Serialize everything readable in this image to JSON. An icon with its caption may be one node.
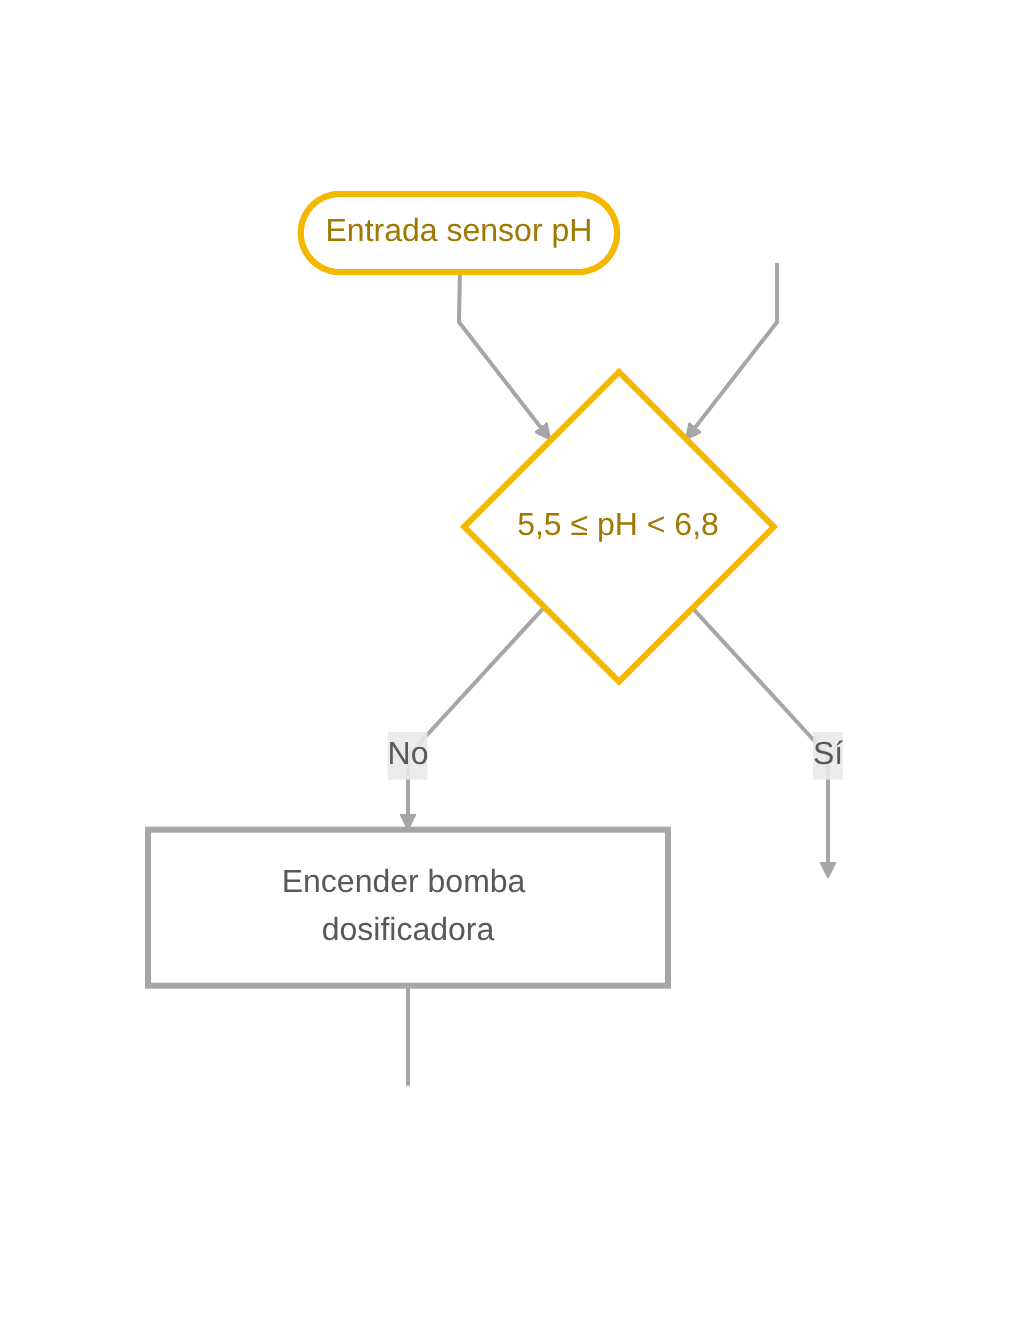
{
  "diagram": {
    "nodes": [
      {
        "text": [
          "Entrada sensor pH"
        ]
      },
      {
        "text": [
          "5,5 ≤ pH < 6,8"
        ]
      },
      {
        "text": [
          "Encender bomba dosificadora"
        ]
      }
    ],
    "edges": [
      {
        "from": 0,
        "to": 1,
        "arrow": "to"
      },
      {
        "from": 1,
        "to": null,
        "label": "Sí",
        "arrow": "to"
      },
      {
        "from": 1,
        "to": 2,
        "label": "No",
        "arrow": "to"
      },
      {
        "from": 2,
        "to": null,
        "arrow": "none"
      },
      {
        "from": null,
        "to": 1,
        "arrow": "to"
      }
    ]
  }
}
